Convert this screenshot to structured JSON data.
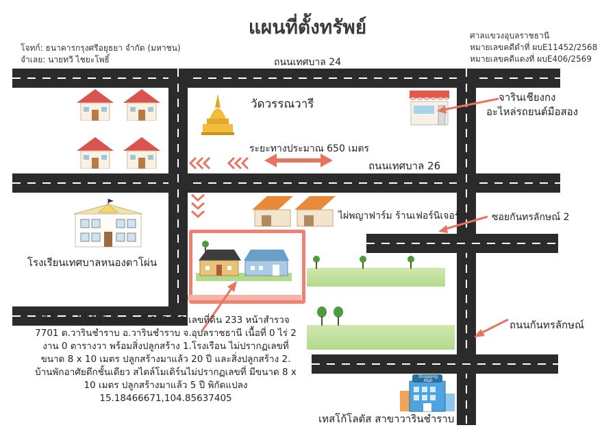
{
  "title": "แผนที่ตั้งทรัพย์",
  "plaintiff": "โจทก์: ธนาคารกรุงศรีอยุธยา จำกัด (มหาชน)",
  "defendant": "จำเลย: นายทวี ไชยะโพธิ์",
  "court": {
    "name": "ศาลแขวงอุบลราชธานี",
    "black_case": "หมายเลขคดีดำที่ ผบE11452/2568",
    "red_case": "หมายเลขคดีแดงที่ ผบE406/2569"
  },
  "roads": {
    "road24": "ถนนเทศบาล 24",
    "road26": "ถนนเทศบาล 26",
    "soi2": "ซอยกันทรลักษณ์ 2",
    "kantharalak": "ถนนกันทรลักษณ์"
  },
  "landmarks": {
    "temple": "วัดวรรณวารี",
    "shop_line1": "จารินเชียงกง",
    "shop_line2": "อะไหล่รถยนต์มือสอง",
    "distance": "ระยะทางประมาณ 650 เมตร",
    "farm": "ไผ่พญาฟาร์ม ร้านเฟอร์นิเจอร์",
    "school": "โรงเรียนเทศบาลหนองตาโผ่น",
    "tesco": "เทสโก้โลตัส สาขาวารินชำราบ",
    "mall_sign": "Shopping Mall"
  },
  "description": [
    "ที่ตั้งทรัพย์ ที่ดินโฉนดเลขที่ 102692 เลขที่ดิน 233 หน้าสำรวจ",
    "7701 ต.วารินชำราบ อ.วารินชำราบ จ.อุบลราชธานี เนื้อที่ 0 ไร่ 2",
    "งาน 0 ตารางวา พร้อมสิ่งปลูกสร้าง 1.โรงเรือน ไม่ปรากฏเลขที่",
    "ขนาด 8 x 10 เมตร ปลูกสร้างมาแล้ว 20 ปี และสิ่งปลูกสร้าง 2.",
    "บ้านพักอาศัยตึกชั้นเดียว สไตล์โมเดิร์นไม่ปรากฏเลขที่ มีขนาด 8 x",
    "10 เมตร ปลูกสร้างมาแล้ว 5 ปี พิกัดแปลง",
    "15.18466671,104.85637405"
  ],
  "icons": {
    "temple": "temple-icon",
    "house": "house-icon",
    "school": "school-icon",
    "shop": "shop-icon",
    "warehouse": "warehouse-icon",
    "mall": "mall-icon",
    "tree": "tree-icon",
    "arrow": "arrow-icon"
  },
  "colors": {
    "road": "#2b2b2b",
    "arrow": "#e8735f",
    "highlight": "#f08070",
    "roof_red": "#d9534f",
    "field_green": "#b4d98c"
  }
}
